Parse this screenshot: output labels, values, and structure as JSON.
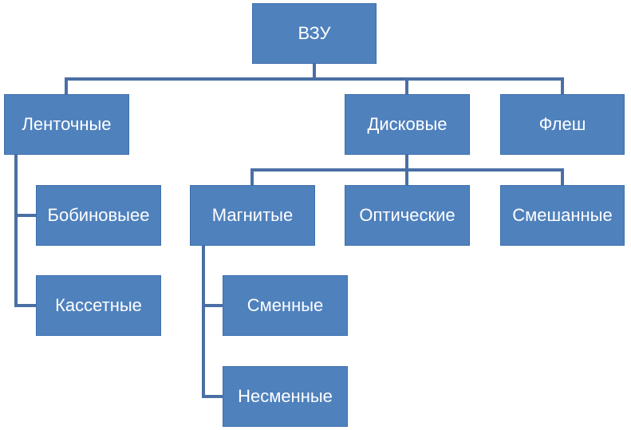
{
  "diagram": {
    "root": "ВЗУ",
    "tape": "Ленточные",
    "disk": "Дисковые",
    "flash": "Флеш",
    "reel": "Бобиновыее",
    "cassette": "Кассетные",
    "magnetic": "Магнитые",
    "optical": "Оптические",
    "mixed": "Смешанные",
    "removable": "Сменные",
    "fixed": "Несменные"
  },
  "colors": {
    "box_fill": "#4f81bd",
    "connector": "#4a6fa5",
    "text": "#ffffff"
  }
}
